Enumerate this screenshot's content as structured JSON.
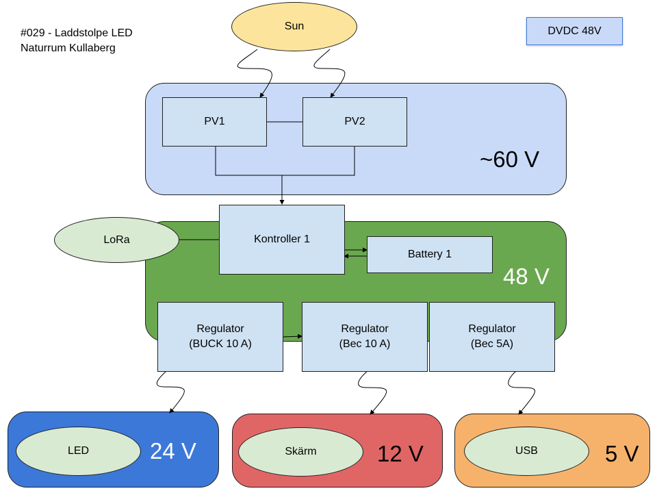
{
  "title": {
    "line1": "#029 - Laddstolpe LED",
    "line2": "Naturrum Kullaberg"
  },
  "legend": {
    "label": "DVDC 48V",
    "fill": "#c9daf8",
    "border": "#3c78d8"
  },
  "source": {
    "label": "Sun",
    "fill": "#fde49c"
  },
  "pv_region": {
    "voltage": "~60 V",
    "fill": "#c9daf8",
    "panels": [
      {
        "label": "PV1"
      },
      {
        "label": "PV2"
      }
    ]
  },
  "main_region": {
    "voltage": "48 V",
    "fill": "#6aa84f",
    "voltage_color": "#ffffff",
    "controller": {
      "label": "Kontroller 1"
    },
    "battery": {
      "label": "Battery 1"
    },
    "comm": {
      "label": "LoRa",
      "fill": "#d9ead3"
    }
  },
  "regulators": [
    {
      "line1": "Regulator",
      "line2": "(BUCK 10 A)"
    },
    {
      "line1": "Regulator",
      "line2": "(Bec 10 A)"
    },
    {
      "line1": "Regulator",
      "line2": "(Bec 5A)"
    }
  ],
  "outputs": [
    {
      "load": "LED",
      "voltage": "24 V",
      "fill": "#3c78d8",
      "voltage_color": "#ffffff"
    },
    {
      "load": "Skärm",
      "voltage": "12 V",
      "fill": "#e06666",
      "voltage_color": "#000000"
    },
    {
      "load": "USB",
      "voltage": "5 V",
      "fill": "#f6b26b",
      "voltage_color": "#000000"
    }
  ]
}
